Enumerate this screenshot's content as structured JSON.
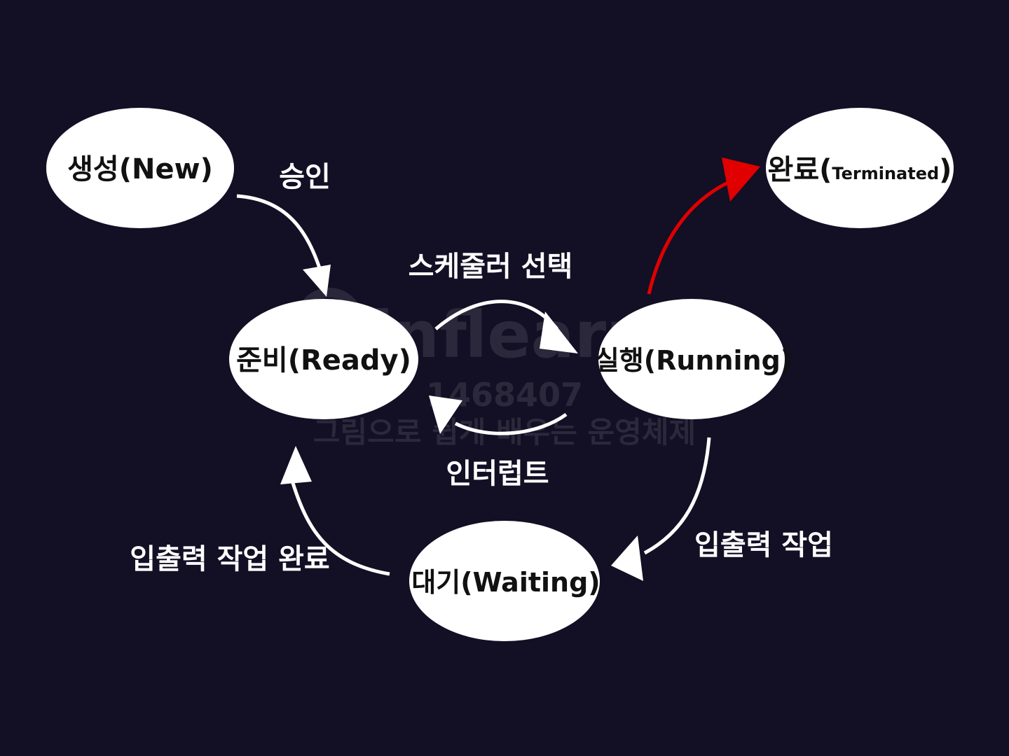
{
  "colors": {
    "background": "#130f24",
    "node_fill": "#ffffff",
    "node_text": "#111111",
    "edge": "#ffffff",
    "terminate_edge": "#e00000"
  },
  "nodes": {
    "new": "생성(New)",
    "ready": "준비(Ready)",
    "running": "실행(Running)",
    "terminated_ko": "완료(",
    "terminated_en": "Terminated",
    "terminated_close": ")",
    "waiting": "대기(Waiting)"
  },
  "edges": {
    "admit": "승인",
    "dispatch": "스케줄러 선택",
    "interrupt": "인터럽트",
    "io_wait": "입출력 작업",
    "io_done": "입출력 작업 완료"
  },
  "watermark": {
    "brand": "inflearn",
    "id": "1468407",
    "course": "그림으로 쉽게 배우는 운영체제"
  }
}
